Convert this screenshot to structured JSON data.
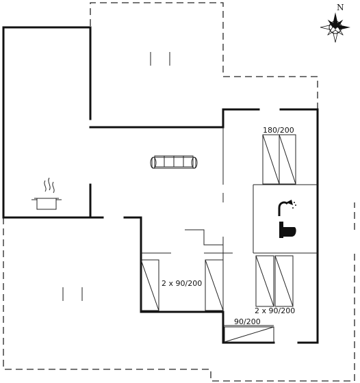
{
  "plan": {
    "compass_label": "N",
    "bed_labels": {
      "double_bed": "180/200",
      "twin_beds_left": "2 x 90/200",
      "twin_beds_right": "2 x 90/200",
      "single_bed": "90/200"
    },
    "icons": [
      "compass-rose-icon",
      "sofa-icon",
      "cooking-pot-icon",
      "shower-icon",
      "toilet-icon",
      "terrace-icon"
    ],
    "colors": {
      "wall": "#111111",
      "line": "#222222",
      "background": "#ffffff"
    }
  }
}
